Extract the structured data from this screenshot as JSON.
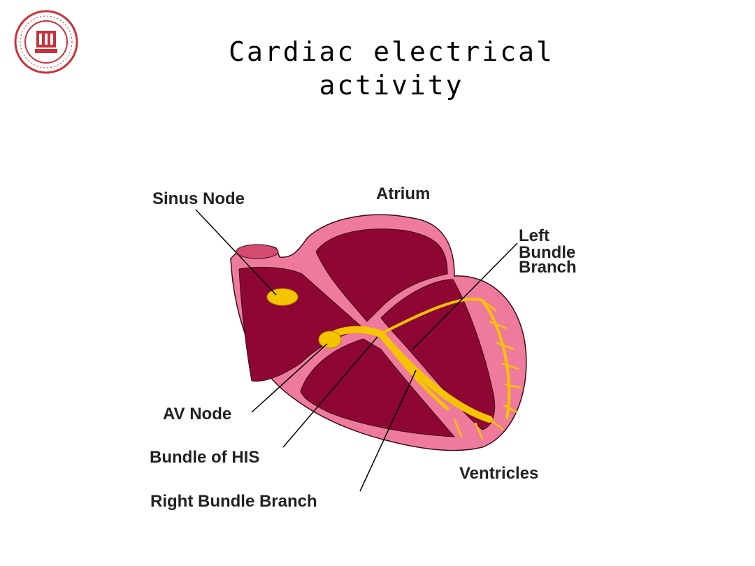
{
  "slide": {
    "title_line1": "Cardiac electrical",
    "title_line2": "activity"
  },
  "logo": {
    "icon": "university-seal-icon",
    "color": "#c8323c"
  },
  "diagram": {
    "labels": {
      "sinus_node": "Sinus Node",
      "atrium": "Atrium",
      "left_bundle_1": "Left",
      "left_bundle_2": "Bundle",
      "left_bundle_3": "Branch",
      "av_node": "AV Node",
      "bundle_of_his": "Bundle of HIS",
      "ventricles": "Ventricles",
      "right_bundle_branch": "Right Bundle Branch"
    },
    "colors": {
      "outer": "#ef7b9c",
      "inner": "#8e0633",
      "conduction": "#f5c400",
      "outline": "#3a0a14"
    }
  }
}
